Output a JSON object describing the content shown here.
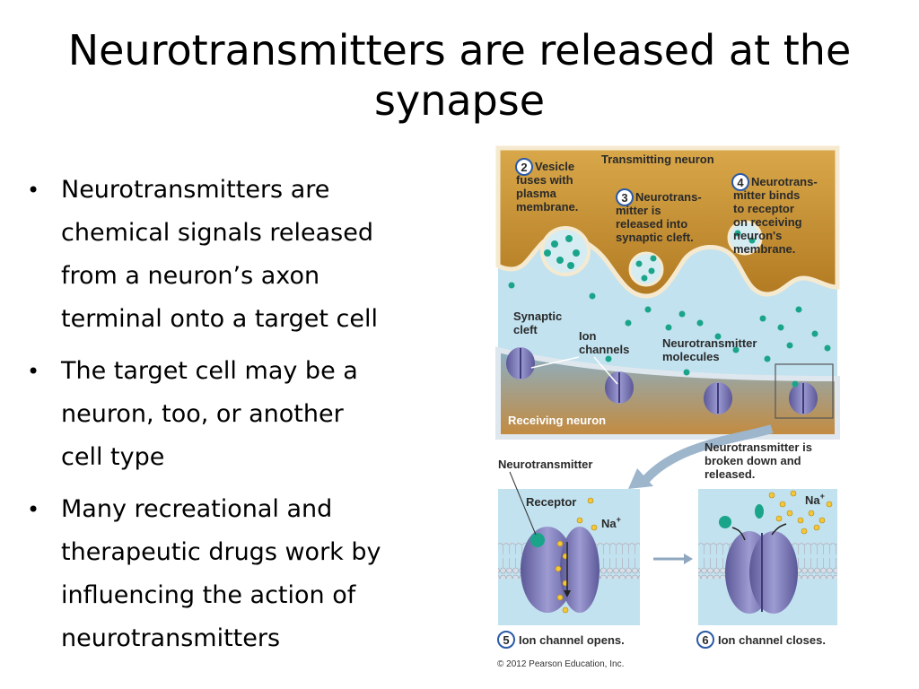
{
  "slide": {
    "title_line1": "Neurotransmitters are released at the",
    "title_line2": "synapse",
    "bullet_symbol": "•",
    "bullets": [
      {
        "lines": [
          "Neurotransmitters are",
          "chemical signals released",
          "from a neuron’s axon",
          "terminal onto a target cell"
        ]
      },
      {
        "lines": [
          "The target cell may be a",
          "neuron, too, or another",
          "cell type"
        ]
      },
      {
        "lines": [
          "Many recreational and",
          "therapeutic drugs work by",
          "influencing the action of",
          "neurotransmitters"
        ]
      }
    ]
  },
  "figure": {
    "transmitting_neuron": "Transmitting neuron",
    "step2": {
      "num": "2",
      "lines": [
        "Vesicle",
        "fuses with",
        "plasma",
        "membrane."
      ]
    },
    "step3": {
      "num": "3",
      "lines": [
        "Neurotrans-",
        "mitter is",
        "released into",
        "synaptic cleft."
      ]
    },
    "step4": {
      "num": "4",
      "lines": [
        "Neurotrans-",
        "mitter binds",
        "to receptor",
        "on receiving",
        "neuron's",
        "membrane."
      ]
    },
    "synaptic_cleft": [
      "Synaptic",
      "cleft"
    ],
    "ion_channels": [
      "Ion",
      "channels"
    ],
    "nt_molecules": [
      "Neurotransmitter",
      "molecules"
    ],
    "receiving_neuron": "Receiving neuron",
    "neurotransmitter": "Neurotransmitter",
    "broken_down": [
      "Neurotransmitter is",
      "broken down and",
      "released."
    ],
    "receptor": "Receptor",
    "na_left": "Na",
    "na_right": "Na",
    "plus": "+",
    "step5": {
      "num": "5",
      "text": "Ion channel opens."
    },
    "step6": {
      "num": "6",
      "text": "Ion channel closes."
    },
    "copyright": "© 2012 Pearson Education, Inc.",
    "colors": {
      "membrane_brown": "#c8912e",
      "cleft_blue": "#bfe0ee",
      "channel_purple": "#7a78b8",
      "nt_teal": "#1aa58a",
      "ion_yellow": "#f4c63a"
    }
  }
}
